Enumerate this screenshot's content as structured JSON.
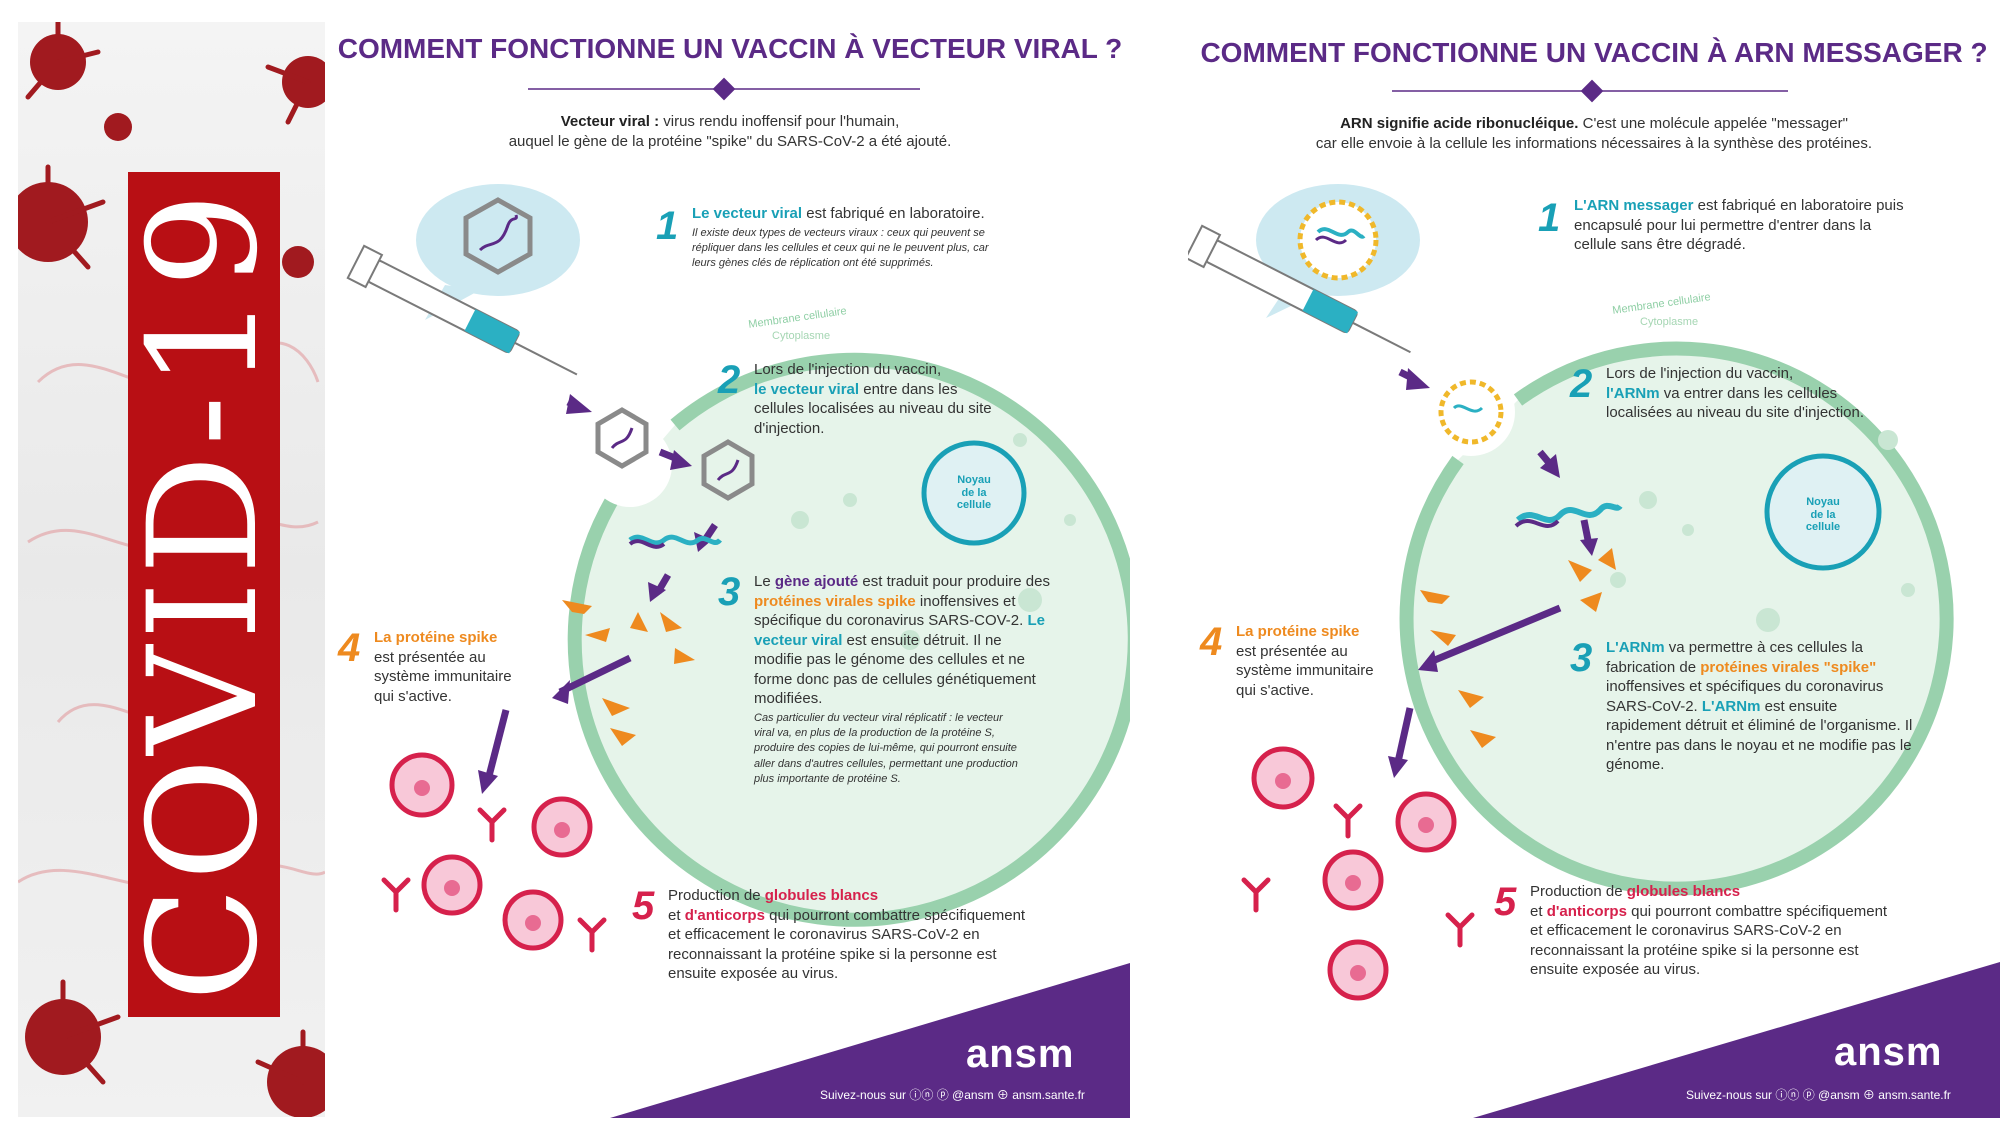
{
  "banner": {
    "title": "COVID-19"
  },
  "colors": {
    "purple": "#5b2a86",
    "teal": "#19a0b6",
    "orange": "#ee8a1f",
    "red": "#d6214c",
    "membrane": "#99d1ad",
    "cytoplasm": "#e6f4ea",
    "banner_red": "#b80f14"
  },
  "left": {
    "title": "COMMENT FONCTIONNE UN VACCIN À VECTEUR VIRAL ?",
    "intro_bold": "Vecteur viral :",
    "intro_rest": " virus rendu inoffensif pour l'humain,",
    "intro_line2": "auquel le gène de la protéine \"spike\" du SARS-CoV-2 a été ajouté.",
    "membrane_label": "Membrane cellulaire",
    "cytoplasm_label": "Cytoplasme",
    "noyau": [
      "Noyau",
      "de la",
      "cellule"
    ],
    "steps": {
      "s1": {
        "num": "1",
        "hl": "Le vecteur viral",
        "text": " est fabriqué en laboratoire.",
        "note": "Il existe deux types de vecteurs viraux : ceux qui peuvent se répliquer dans les cellules et ceux qui ne le peuvent plus, car leurs gènes clés de réplication ont été supprimés."
      },
      "s2": {
        "num": "2",
        "t1": "Lors de l'injection du vaccin,",
        "hl": "le vecteur viral",
        "t2": " entre dans les cellules localisées au niveau du site d'injection."
      },
      "s3": {
        "num": "3",
        "t1": "Le ",
        "hl1": "gène ajouté",
        "t2": " est traduit pour produire des ",
        "hl2": "protéines virales spike",
        "t3": " inoffensives et spécifique du coronavirus SARS-COV-2. ",
        "hl3": "Le vecteur viral",
        "t4": " est ensuite détruit. Il ne modifie pas le génome des cellules et ne forme donc pas de cellules génétiquement modifiées.",
        "note": "Cas particulier du vecteur viral réplicatif : le vecteur viral va, en plus de la production de la protéine S, produire des copies de lui-même, qui pourront ensuite aller dans d'autres cellules, permettant une production plus importante de protéine S."
      },
      "s4": {
        "num": "4",
        "hl": "La protéine spike",
        "text": "est présentée au système immunitaire qui s'active."
      },
      "s5": {
        "num": "5",
        "t1": "Production de ",
        "hl1": "globules blancs",
        "t2": "et ",
        "hl2": "d'anticorps",
        "t3": " qui pourront combattre spécifiquement et efficacement le coronavirus SARS-CoV-2 en reconnaissant la protéine spike si la personne est ensuite exposée au virus."
      }
    },
    "logo": "ansm",
    "follow": "Suivez-nous sur ⓘⓝ ⓟ @ansm ⊕ ansm.sante.fr"
  },
  "right": {
    "title": "COMMENT FONCTIONNE UN VACCIN À ARN MESSAGER ?",
    "intro_bold": "ARN signifie acide ribonucléique.",
    "intro_rest": " C'est une molécule appelée \"messager\"",
    "intro_line2": "car elle envoie à la cellule les informations nécessaires à la synthèse des protéines.",
    "membrane_label": "Membrane cellulaire",
    "cytoplasm_label": "Cytoplasme",
    "noyau": [
      "Noyau",
      "de la",
      "cellule"
    ],
    "steps": {
      "s1": {
        "num": "1",
        "hl": "L'ARN messager",
        "text": " est fabriqué en laboratoire puis encapsulé pour lui permettre d'entrer dans la cellule sans être dégradé."
      },
      "s2": {
        "num": "2",
        "t1": "Lors de l'injection du vaccin,",
        "hl": "l'ARNm",
        "t2": " va entrer dans les cellules localisées au niveau du site d'injection."
      },
      "s3": {
        "num": "3",
        "hl1": "L'ARNm",
        "t1": " va permettre à ces cellules la fabrication de ",
        "hl2": "protéines virales \"spike\"",
        "t2": " inoffensives et spécifiques du coronavirus SARS-CoV-2. ",
        "hl3": "L'ARNm",
        "t3": " est ensuite rapidement détruit et éliminé de l'organisme. Il n'entre pas dans le noyau et ne modifie pas le génome."
      },
      "s4": {
        "num": "4",
        "hl": "La protéine spike",
        "text": "est présentée au système immunitaire qui s'active."
      },
      "s5": {
        "num": "5",
        "t1": "Production de ",
        "hl1": "globules blancs",
        "t2": "et ",
        "hl2": "d'anticorps",
        "t3": " qui pourront combattre spécifiquement et efficacement le coronavirus SARS-CoV-2 en reconnaissant la protéine spike si la personne est ensuite exposée au virus."
      }
    },
    "logo": "ansm",
    "follow": "Suivez-nous sur ⓘⓝ ⓟ @ansm ⊕ ansm.sante.fr"
  }
}
